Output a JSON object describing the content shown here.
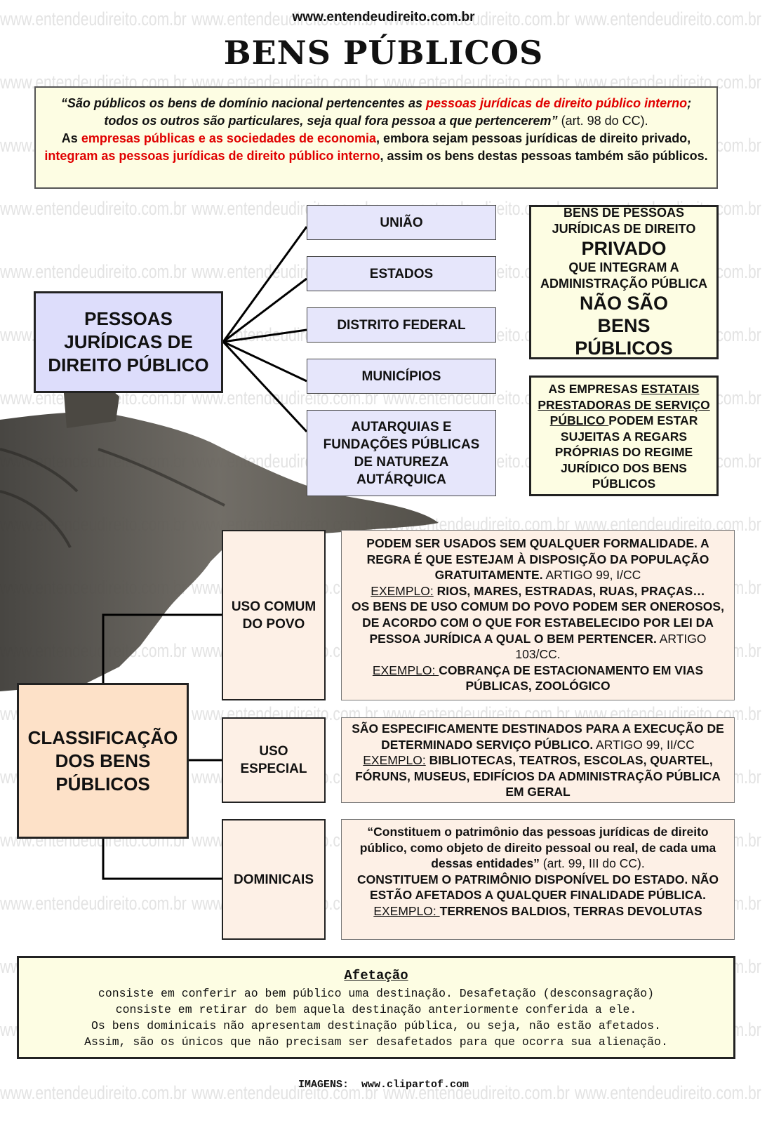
{
  "watermark": "www.entendeudireito.com.br",
  "site": "www.entendeudireito.com.br",
  "title": "BENS PÚBLICOS",
  "intro": {
    "q1": "“São públicos os bens de domínio nacional pertencentes as ",
    "q1_red": "pessoas jurídicas de direito público interno",
    "q2": "; todos os outros são particulares, seja qual fora pessoa a que pertencerem”",
    "q2_ref": " (art. 98 do CC).",
    "p1": "As ",
    "p1_red": "empresas públicas e as sociedades de economia",
    "p2": ", embora sejam pessoas jurídicas de direito privado, ",
    "p2_red": "integram as pessoas jurídicas de direito público interno",
    "p3": ", assim os bens destas pessoas também são públicos."
  },
  "pessoas_juridicas": {
    "label": "PESSOAS JURÍDICAS DE DIREITO PÚBLICO",
    "items": [
      "UNIÃO",
      "ESTADOS",
      "DISTRITO FEDERAL",
      "MUNICÍPIOS",
      "AUTARQUIAS E FUNDAÇÕES PÚBLICAS DE NATUREZA AUTÁRQUICA"
    ]
  },
  "privado_box": {
    "l1": "BENS DE PESSOAS JURÍDICAS DE DIREITO",
    "l2": "PRIVADO",
    "l3": "QUE INTEGRAM A ADMINISTRAÇÃO PÚBLICA",
    "l4": "NÃO SÃO BENS PÚBLICOS"
  },
  "estatais_box": {
    "a": "AS EMPRESAS ",
    "b": "ESTATAIS PRESTADORAS DE SERVIÇO PÚBLICO ",
    "c": "PODEM ESTAR SUJEITAS A REGARS PRÓPRIAS DO REGIME JURÍDICO DOS BENS PÚBLICOS"
  },
  "classificacao": {
    "label": "CLASSIFICAÇÃO DOS BENS PÚBLICOS",
    "uso_comum": {
      "label": "USO COMUM DO POVO",
      "d1": "PODEM SER USADOS SEM QUALQUER FORMALIDADE. A REGRA É QUE ESTEJAM À DISPOSIÇÃO DA POPULAÇÃO GRATUITAMENTE.",
      "d1_ref": " ARTIGO 99, I/CC",
      "ex1_label": "EXEMPLO:",
      "ex1": " RIOS, MARES, ESTRADAS, RUAS, PRAÇAS…",
      "d2": "OS BENS DE USO COMUM DO POVO PODEM SER ONEROSOS, DE ACORDO COM O QUE FOR ESTABELECIDO POR LEI DA PESSOA JURÍDICA A QUAL O BEM PERTENCER.",
      "d2_ref": " ARTIGO 103/CC.",
      "ex2_label": "EXEMPLO: ",
      "ex2": "COBRANÇA DE ESTACIONAMENTO EM VIAS PÚBLICAS, ZOOLÓGICO"
    },
    "uso_especial": {
      "label": "USO ESPECIAL",
      "d1": "SÃO ESPECIFICAMENTE DESTINADOS PARA A EXECUÇÃO DE DETERMINADO SERVIÇO PÚBLICO.",
      "d1_ref": " ARTIGO 99, II/CC",
      "ex_label": "EXEMPLO:",
      "ex": " BIBLIOTECAS, TEATROS, ESCOLAS, QUARTEL, FÓRUNS, MUSEUS, EDIFÍCIOS DA ADMINISTRAÇÃO PÚBLICA EM GERAL"
    },
    "dominicais": {
      "label": "DOMINICAIS",
      "d1": "“Constituem o patrimônio das pessoas jurídicas de direito público, como objeto de direito pessoal ou real, de cada uma dessas entidades”",
      "d1_ref": " (art. 99, III do CC).",
      "d2": "CONSTITUEM O PATRIMÔNIO DISPONÍVEL DO ESTADO. NÃO ESTÃO AFETADOS A QUALQUER FINALIDADE PÚBLICA.",
      "ex_label": "EXEMPLO: ",
      "ex": "TERRENOS BALDIOS, TERRAS DEVOLUTAS"
    }
  },
  "afetacao": {
    "title": "Afetação",
    "l1": "consiste em conferir ao bem público uma destinação. Desafetação (desconsagração)",
    "l2": "consiste em retirar do bem aquela destinação anteriormente conferida a ele.",
    "l3": "Os bens dominicais não apresentam destinação pública, ou seja, não estão afetados.",
    "l4": "Assim, são os únicos que não precisam ser desafetados para que ocorra sua alienação."
  },
  "footer": "IMAGENS:  www.clipartof.com"
}
